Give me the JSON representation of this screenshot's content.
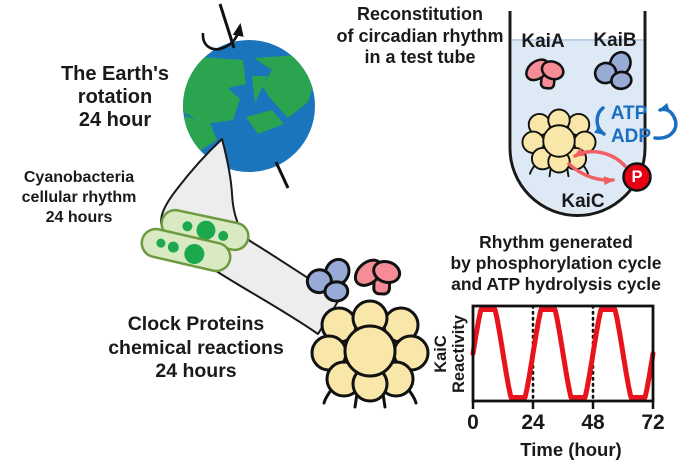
{
  "labels": {
    "earth": [
      "The Earth's",
      "rotation",
      "24 hour"
    ],
    "cyanobacteria": [
      "Cyanobacteria",
      "cellular rhythm",
      "24 hours"
    ],
    "clock_proteins": [
      "Clock Proteins",
      "chemical reactions",
      "24 hours"
    ],
    "reconstitution": [
      "Reconstitution",
      "of circadian rhythm",
      "in a test tube"
    ],
    "chart_title": [
      "Rhythm generated",
      "by phosphorylation cycle",
      "and ATP hydrolysis cycle"
    ]
  },
  "tube": {
    "kaia": "KaiA",
    "kaib": "KaiB",
    "kaic": "KaiC",
    "atp": "ATP",
    "adp": "ADP",
    "phosphate": "P"
  },
  "colors": {
    "earth_ocean": "#1b75bc",
    "earth_land": "#2aa44e",
    "cell_fill": "#d9eac2",
    "cell_outline": "#6d9a40",
    "cell_dot": "#1ca94e",
    "kaia_fill": "#f68d96",
    "kaib_fill": "#98aad6",
    "kaic_fill": "#f8e7a8",
    "tube_liquid": "#dee9f6",
    "atp_adp_blue": "#1b6fc0",
    "phospho_cycle_red": "#ef5f63",
    "phosphate_badge_red": "#e60012",
    "wave_red": "#e8131d",
    "funnel_gray": "#ededed"
  },
  "chart_data": {
    "type": "line",
    "title": "Rhythm generated by phosphorylation cycle and ATP hydrolysis cycle",
    "xlabel": "Time (hour)",
    "ylabel": "KaiC Reactivity",
    "ylabel_lines": [
      "KaiC",
      "Reactivity"
    ],
    "x_ticks": [
      0,
      24,
      48,
      72
    ],
    "xlim": [
      0,
      72
    ],
    "ylim": [
      0,
      1
    ],
    "period_hours": 24,
    "dashed_lines_at": [
      24,
      48
    ],
    "grid": false,
    "legend": "none",
    "series": [
      {
        "name": "KaiC reactivity",
        "color": "#e8131d",
        "waveform": "flattened-sine, rising at t=0",
        "x": [
          0,
          6,
          12,
          18,
          24,
          30,
          36,
          42,
          48,
          54,
          60,
          66,
          72
        ],
        "y": [
          0.5,
          1,
          0.5,
          0,
          0.5,
          1,
          0.5,
          0,
          0.5,
          1,
          0.5,
          0,
          0.5
        ]
      }
    ]
  }
}
